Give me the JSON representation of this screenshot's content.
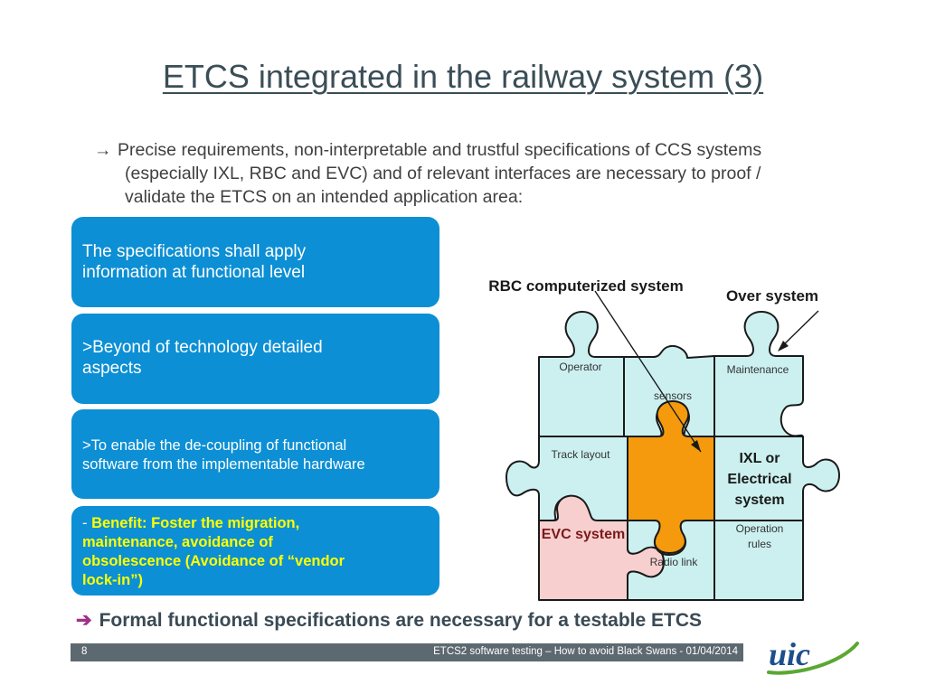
{
  "slide": {
    "title": "ETCS integrated in the railway system (3)",
    "bullet_arrow": "→",
    "bullet_line1": "Precise requirements, non-interpretable and trustful specifications of CCS systems",
    "bullet_line2": "(especially IXL, RBC and EVC) and of relevant interfaces are necessary to proof /",
    "bullet_line3": "validate the ETCS on an intended application area:"
  },
  "boxes": {
    "box1_line1": "The specifications shall apply",
    "box1_line2": "information at functional level",
    "box2_line1": ">Beyond of technology detailed",
    "box2_line2": "aspects",
    "box3_line1": ">To enable the de-coupling of functional",
    "box3_line2": "software from the implementable hardware",
    "box4_dash": "- ",
    "box4_line1": "Benefit: Foster the migration,",
    "box4_line2": "maintenance, avoidance of",
    "box4_line3": "obsolescence (Avoidance of “vendor",
    "box4_line4": "lock-in",
    "box4_end": "”)",
    "accent_color": "#0c8fd4",
    "highlight_color": "#ffff00"
  },
  "diagram": {
    "label_rbc": "RBC computerized system",
    "label_over": "Over system",
    "piece_operator": "Operator",
    "piece_maintenance": "Maintenance",
    "piece_sensors": "sensors",
    "piece_track": "Track layout",
    "piece_ixl_1": "IXL or",
    "piece_ixl_2": "Electrical",
    "piece_ixl_3": "system",
    "piece_evc": "EVC system",
    "piece_radio": "Radio link",
    "piece_op_rules_1": "Operation",
    "piece_op_rules_2": "rules",
    "colors": {
      "light": "#ccf0f0",
      "orange": "#f59a0c",
      "pink": "#f7cfcf",
      "evc_text": "#7a1a1a"
    }
  },
  "conclusion": {
    "arrow": "➔",
    "text": "Formal functional specifications are necessary for a testable ETCS"
  },
  "footer": {
    "page_number": "8",
    "text": "ETCS2 software testing – How to avoid Black Swans - 01/04/2014",
    "logo_text": "uic"
  }
}
